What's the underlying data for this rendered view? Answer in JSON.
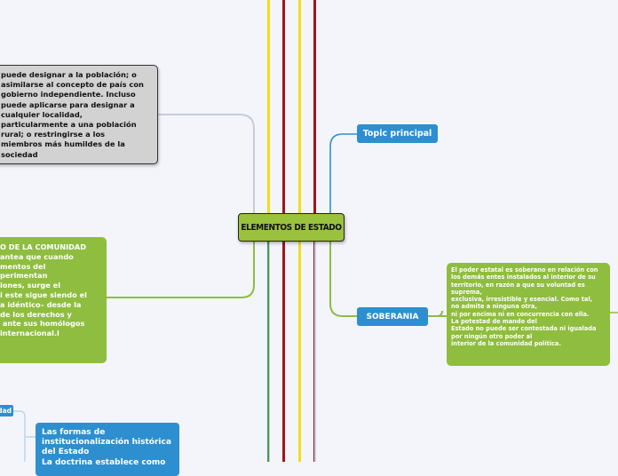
{
  "central": {
    "title": "ELEMENTOS DE ESTADO"
  },
  "topic_principal": {
    "label": "Topic principal"
  },
  "soberania": {
    "label": "SOBERANIA"
  },
  "gray_note": {
    "lines": [
      "puede designar a la población; o",
      "asimilarse al concepto de país con",
      "gobierno independiente. Incluso",
      "puede aplicarse para designar a",
      "cualquier localidad,",
      "particularmente a una población",
      "rural; o restringirse a los",
      "miembros más humildes de la",
      "sociedad"
    ]
  },
  "green_left": {
    "lines": [
      "O DE LA COMUNIDAD",
      "antea que cuando",
      "mentos del",
      "perimentan",
      "iones, surge el",
      "",
      "i este sigue siendo el",
      "a idéntico– desde la",
      "de los derechos y",
      " ante sus homólogos",
      "",
      "internacional.l"
    ]
  },
  "green_right": {
    "lines": [
      "El poder estatal es soberano en relación con",
      "los demás entes instalados al interior de su",
      "territorio, en razón a que su voluntad es",
      "suprema,",
      "exclusiva, irresistible y esencial. Como tal,",
      "no admite a ninguna otra,",
      "ni por encima ni en concurrencia con ella.",
      "La potestad de mando del",
      "",
      "Estado no puede ser contestada ni igualada",
      "por ningún otro poder al",
      "",
      "interior de la comunidad política."
    ]
  },
  "tag_left": {
    "label": "idad"
  },
  "blue_bottom": {
    "lines": [
      "Las formas de",
      "institucionalización histórica",
      "del Estado",
      "La doctrina establece como"
    ]
  },
  "colors": {
    "background": "#f3f5fb",
    "yellow_line": "#f2dd1c",
    "red_line": "#a3141a",
    "gray_line": "#c7cdd8",
    "blue_line": "#2d8fd0",
    "green": "#8fbd3f",
    "blue": "#2d8fd0",
    "gray_box": "#d2d2d2"
  }
}
